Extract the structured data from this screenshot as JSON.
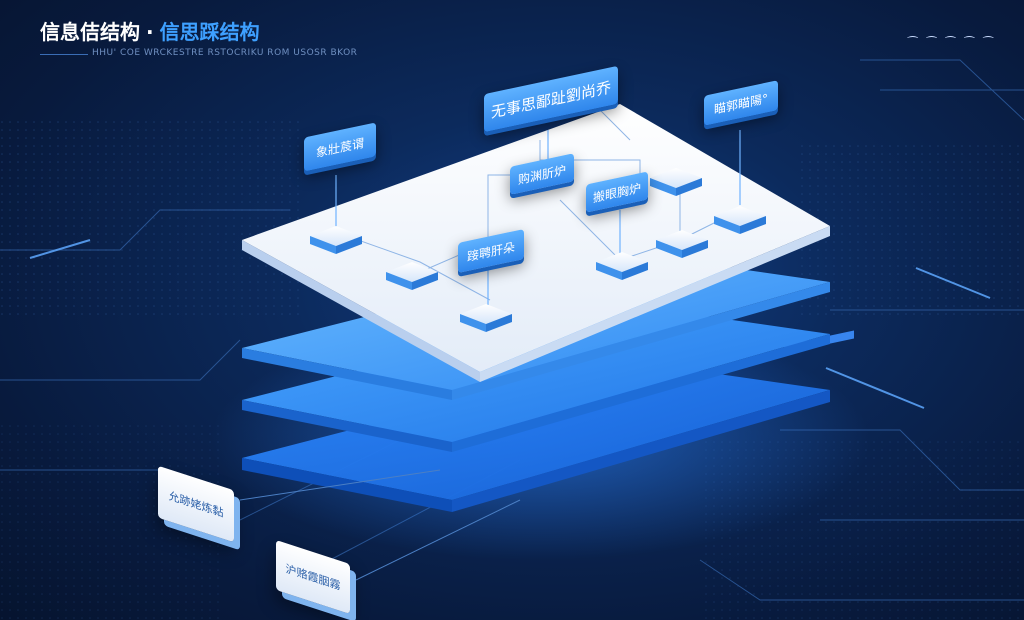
{
  "header": {
    "title_main": "信息佶结构",
    "title_sep": "·",
    "title_accent": "信思踩结构",
    "subtitle": "HHU' COE WRCKESTRE RSTOCRIKU ROM USOSR BKOR",
    "corner_deco": "⁀ ⁀ ⁀ ⁀ ⁀"
  },
  "labels": {
    "top_center": "无事思鄙趾劉尚乔",
    "top_right": "瞄郭瞄陽°",
    "left": "象壯莀谓",
    "center": "购渊肵炉",
    "right_mid": "搬眼胸炉",
    "lower_mid": "踥聘肝朵"
  },
  "cards": {
    "bottom_left_1": "允跡姥炼黏",
    "bottom_left_2": "沪赂霞胭霧"
  },
  "colors": {
    "background": "#0b1f44",
    "accent": "#3ea0ff",
    "label_blue": "#2f86ec",
    "layer_blue": "#2a86f0",
    "plate_white": "#f2f6fc"
  },
  "layers": {
    "count": 4,
    "top": "white-plate",
    "lower": [
      "blue",
      "blue",
      "blue"
    ]
  }
}
